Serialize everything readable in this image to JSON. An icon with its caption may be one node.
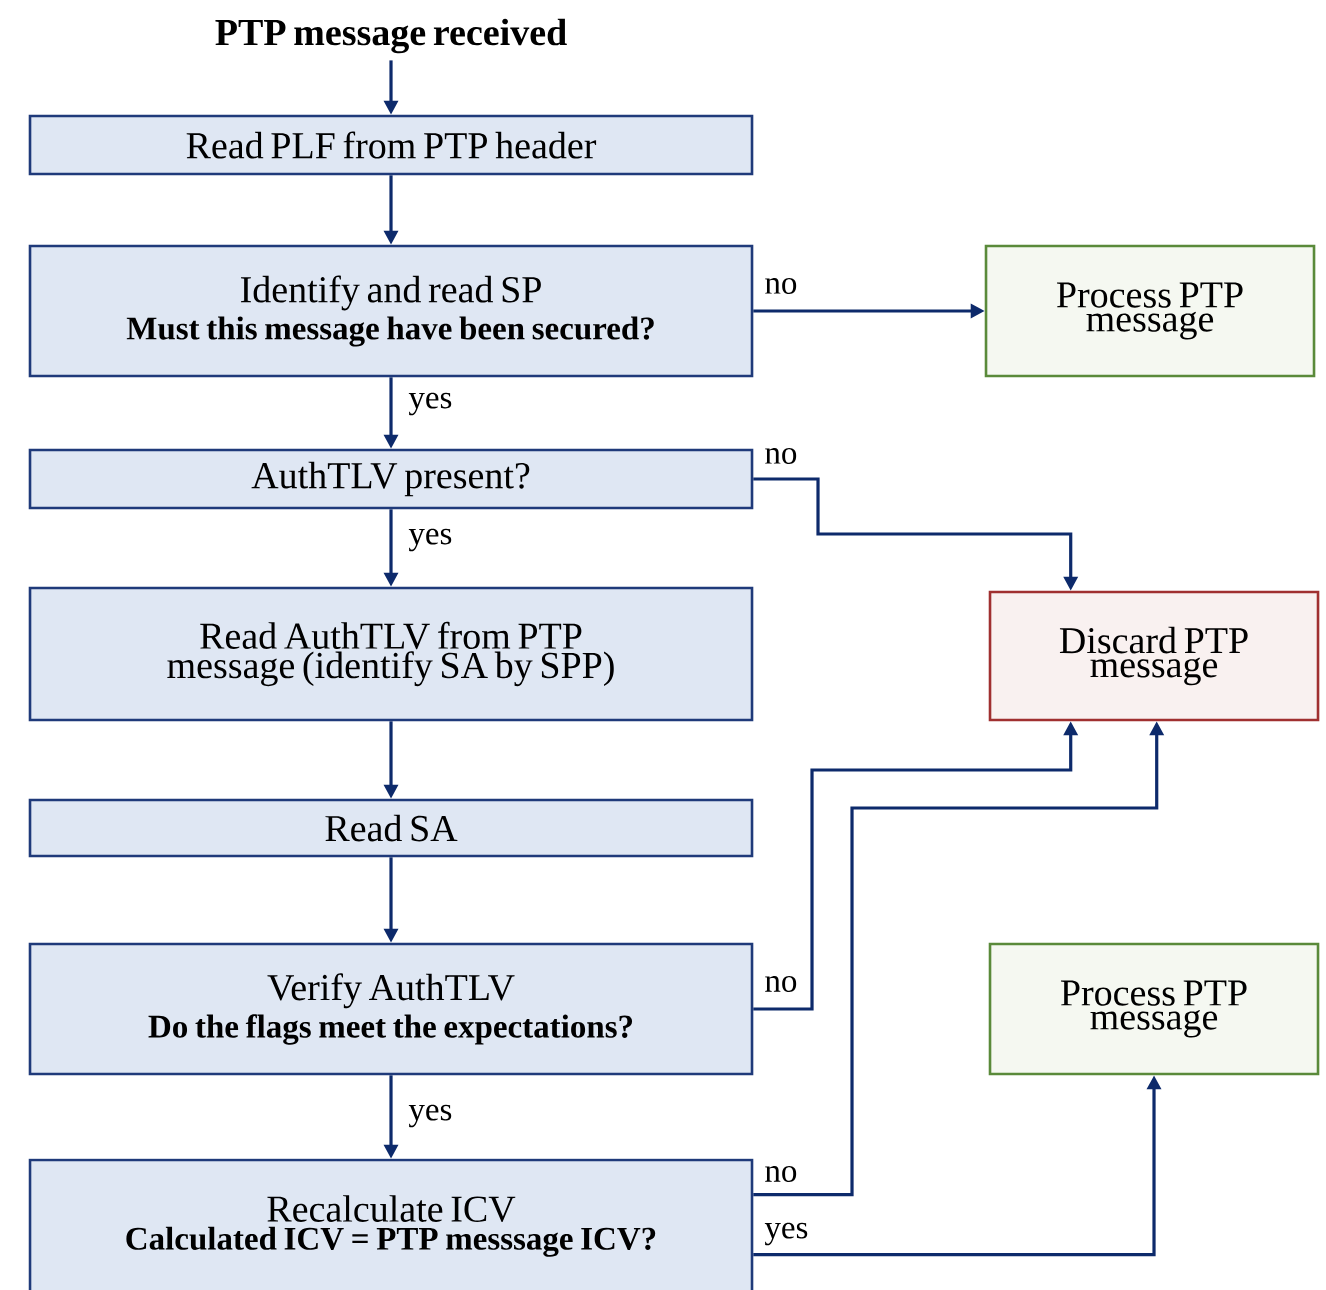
{
  "diagram": {
    "nodes": [
      {
        "text": [
          "PTP message received"
        ]
      },
      {
        "text": [
          "Read PLF from PTP header"
        ]
      },
      {
        "text": [
          "Identify and read SP",
          "Must this message have been secured?"
        ]
      },
      {
        "text": [
          "Process PTP message"
        ]
      },
      {
        "text": [
          "AuthTLV present?"
        ]
      },
      {
        "text": [
          "Read AuthTLV from PTP message (identify SA by SPP)"
        ]
      },
      {
        "text": [
          "Discard PTP message"
        ]
      },
      {
        "text": [
          "Read SA"
        ]
      },
      {
        "text": [
          "Verify AuthTLV",
          "Do the flags meet the expectations?"
        ]
      },
      {
        "text": [
          "Process PTP message"
        ]
      },
      {
        "text": [
          "Recalculate ICV",
          "Calculated ICV = PTP messsage ICV?"
        ]
      }
    ],
    "edges": [
      {
        "from": 0,
        "to": 1,
        "arrow": "to"
      },
      {
        "from": 1,
        "to": 2,
        "arrow": "to"
      },
      {
        "from": 2,
        "to": 3,
        "arrow": "to",
        "label": "no"
      },
      {
        "from": 2,
        "to": 4,
        "arrow": "to",
        "label": "yes"
      },
      {
        "from": 4,
        "to": 6,
        "arrow": "to",
        "label": "no"
      },
      {
        "from": 4,
        "to": 5,
        "arrow": "to",
        "label": "yes"
      },
      {
        "from": 5,
        "to": 7,
        "arrow": "to"
      },
      {
        "from": 7,
        "to": 8,
        "arrow": "to"
      },
      {
        "from": 8,
        "to": 6,
        "arrow": "to",
        "label": "no"
      },
      {
        "from": 8,
        "to": 10,
        "arrow": "to",
        "label": "yes"
      },
      {
        "from": 10,
        "to": 6,
        "arrow": "to",
        "label": "no"
      },
      {
        "from": 10,
        "to": 9,
        "arrow": "to",
        "label": "yes"
      }
    ]
  }
}
